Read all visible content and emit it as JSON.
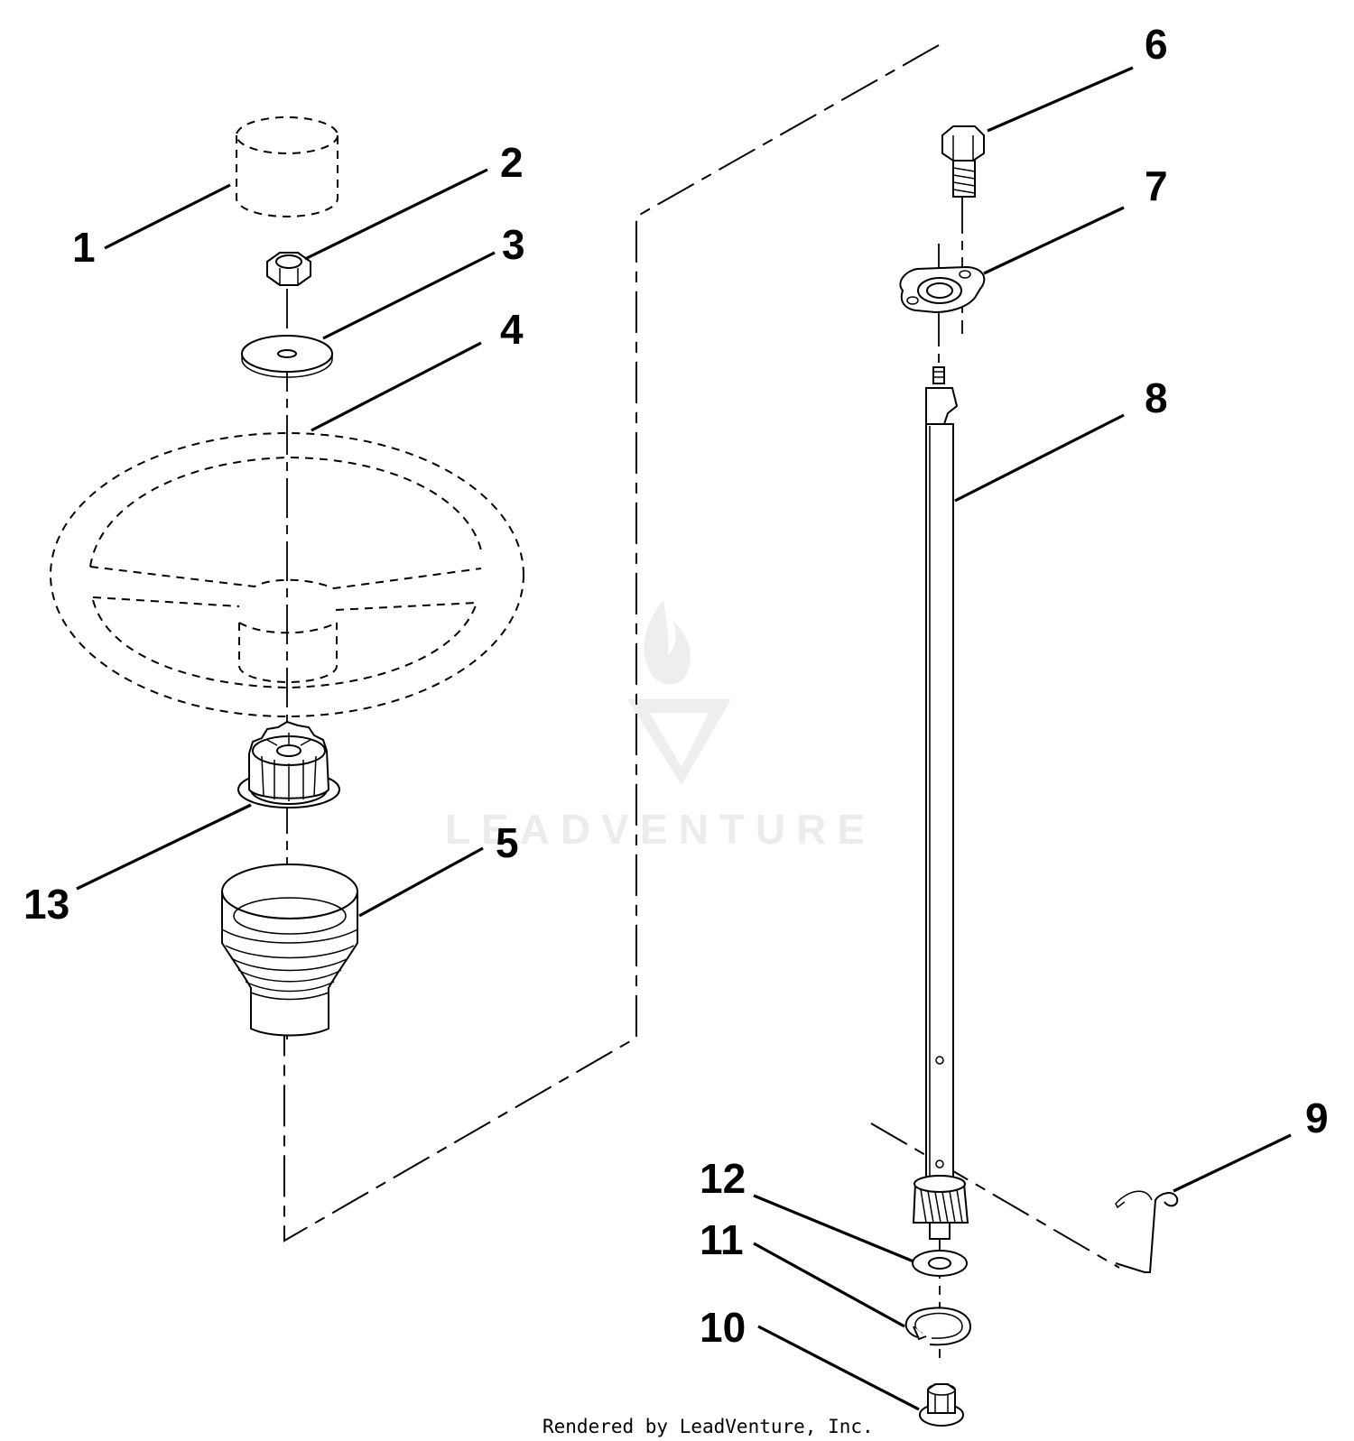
{
  "diagram": {
    "callouts": [
      {
        "id": "1",
        "label": "1"
      },
      {
        "id": "2",
        "label": "2"
      },
      {
        "id": "3",
        "label": "3"
      },
      {
        "id": "4",
        "label": "4"
      },
      {
        "id": "5",
        "label": "5"
      },
      {
        "id": "6",
        "label": "6"
      },
      {
        "id": "7",
        "label": "7"
      },
      {
        "id": "8",
        "label": "8"
      },
      {
        "id": "9",
        "label": "9"
      },
      {
        "id": "10",
        "label": "10"
      },
      {
        "id": "11",
        "label": "11"
      },
      {
        "id": "12",
        "label": "12"
      },
      {
        "id": "13",
        "label": "13"
      }
    ]
  },
  "watermark": {
    "text": "LEADVENTURE"
  },
  "footer": {
    "text": "Rendered by LeadVenture, Inc."
  }
}
